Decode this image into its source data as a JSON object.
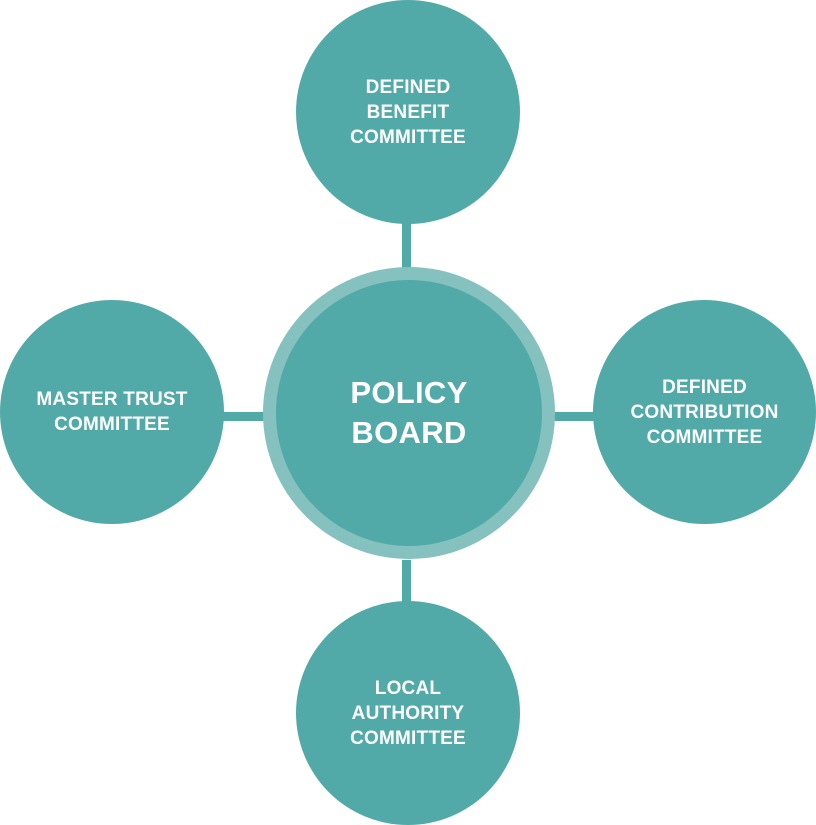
{
  "diagram": {
    "center": {
      "label": "POLICY\nBOARD"
    },
    "committees": {
      "top": {
        "label": "DEFINED\nBENEFIT\nCOMMITTEE"
      },
      "left": {
        "label": "MASTER TRUST\nCOMMITTEE"
      },
      "right": {
        "label": "DEFINED\nCONTRIBUTION\nCOMMITTEE"
      },
      "bottom": {
        "label": "LOCAL\nAUTHORITY\nCOMMITTEE"
      }
    },
    "colors": {
      "node_fill": "#52aaa8",
      "center_ring": "#84c1bf",
      "text": "#ffffff",
      "background": "#ffffff"
    }
  }
}
